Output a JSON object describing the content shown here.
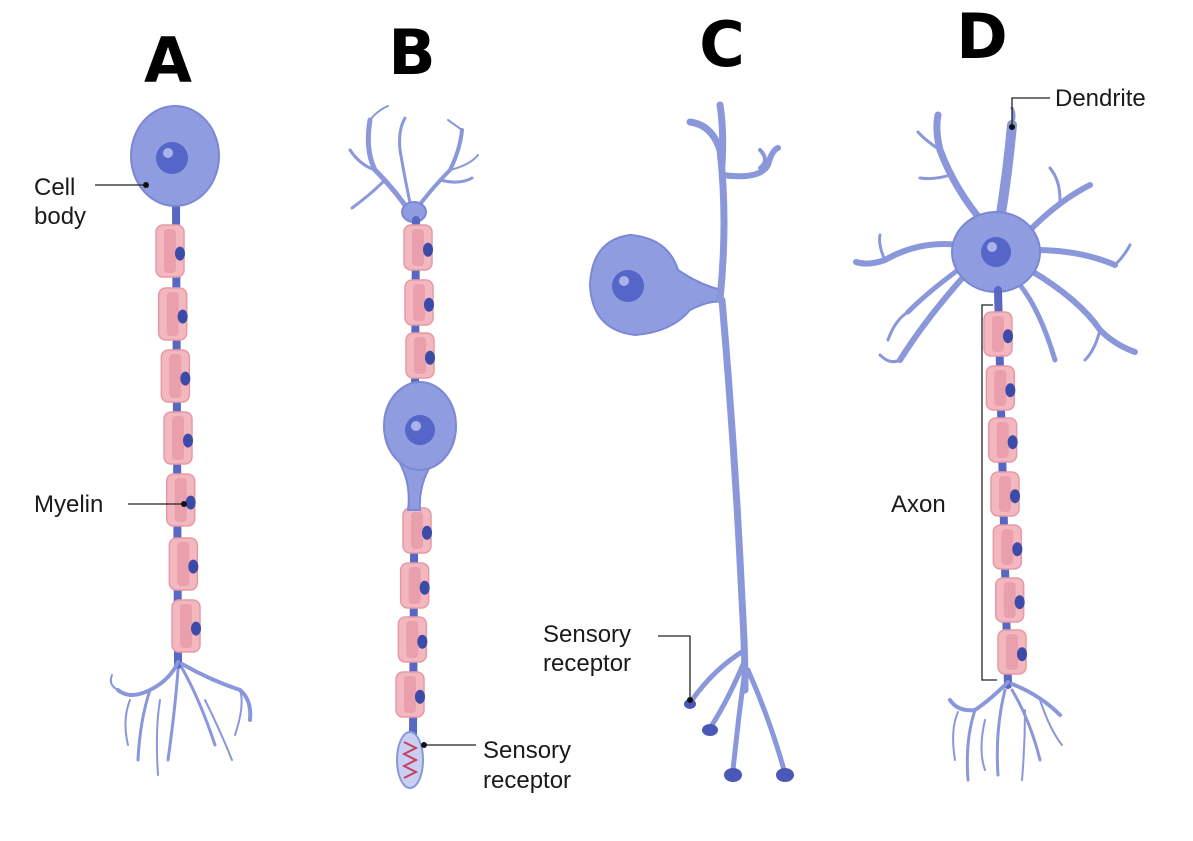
{
  "panels": {
    "a": {
      "letter": "A",
      "labels": {
        "cell_body_1": "Cell",
        "cell_body_2": "body",
        "myelin": "Myelin"
      }
    },
    "b": {
      "letter": "B",
      "labels": {
        "sensory_1": "Sensory",
        "sensory_2": "receptor"
      }
    },
    "c": {
      "letter": "C",
      "labels": {
        "sensory_1": "Sensory",
        "sensory_2": "receptor"
      }
    },
    "d": {
      "letter": "D",
      "labels": {
        "dendrite": "Dendrite",
        "axon": "Axon"
      }
    }
  },
  "colors": {
    "soma": "#8f9ce0",
    "nucleus": "#5565c8",
    "axon": "#5866c4",
    "myelin": "#f2b7bf",
    "schwann_nucleus": "#3c4aa8",
    "dendrite": "#8a97da"
  }
}
